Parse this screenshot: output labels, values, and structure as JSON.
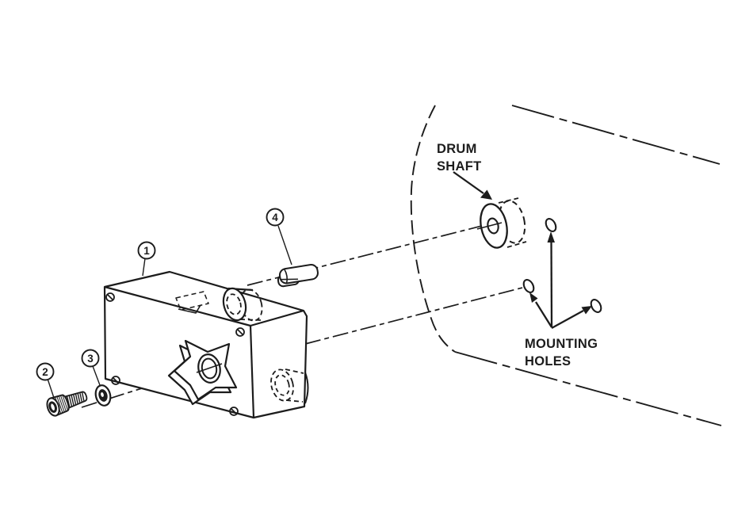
{
  "figure": {
    "type": "exploded-assembly-diagram",
    "background_color": "#ffffff",
    "line_color": "#1c1c1c",
    "labels": {
      "drum_shaft": {
        "line1": "DRUM",
        "line2": "SHAFT"
      },
      "mounting_holes": {
        "line1": "MOUNTING",
        "line2": "HOLES"
      }
    },
    "callouts": [
      {
        "number": "1"
      },
      {
        "number": "2"
      },
      {
        "number": "3"
      },
      {
        "number": "4"
      }
    ]
  }
}
